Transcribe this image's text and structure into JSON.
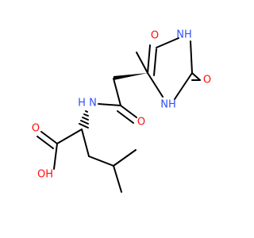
{
  "molecule": {
    "atom_labels": {
      "o_ring_top": "O",
      "nh_ring_top": "NH",
      "o_ring_right": "O",
      "nh_ring_bottom": "NH",
      "n_amide": "N",
      "h_amide": "H",
      "o_amide": "O",
      "o_acid": "O",
      "oh_acid": "OH"
    },
    "colors": {
      "bond": "#000000",
      "oxygen": "#ff0d0d",
      "nitrogen": "#3050f8",
      "background": "#ffffff"
    }
  }
}
